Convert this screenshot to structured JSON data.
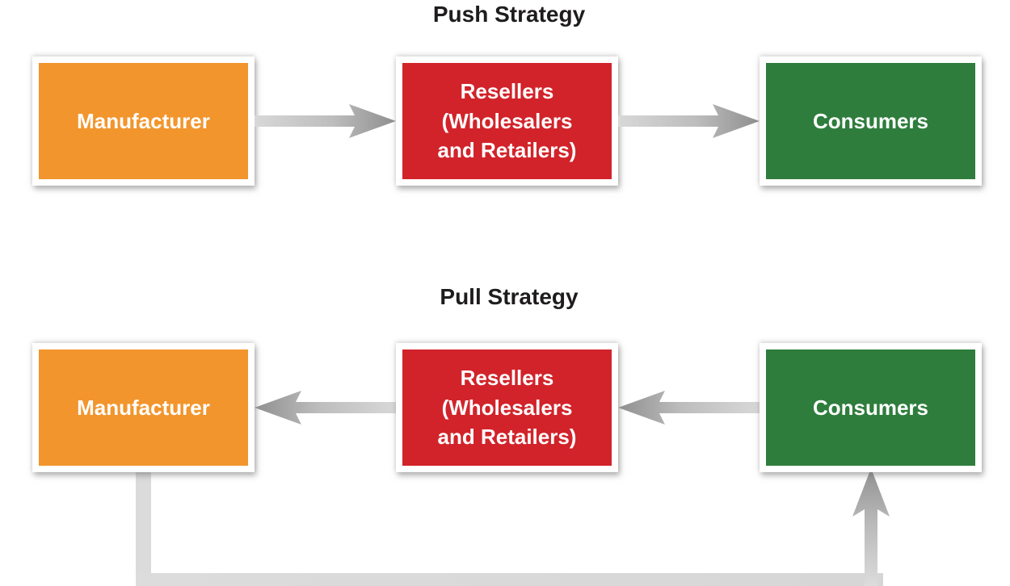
{
  "diagram": {
    "sections": [
      {
        "id": "push",
        "title": "Push Strategy",
        "nodes": [
          {
            "id": "manufacturer",
            "label": "Manufacturer",
            "color": "#f2952c"
          },
          {
            "id": "resellers",
            "label": "Resellers\n(Wholesalers\nand Retailers)",
            "color": "#d2232a"
          },
          {
            "id": "consumers",
            "label": "Consumers",
            "color": "#2e7d3c"
          }
        ],
        "arrows": [
          {
            "from": "manufacturer",
            "to": "resellers",
            "direction": "right"
          },
          {
            "from": "resellers",
            "to": "consumers",
            "direction": "right"
          }
        ]
      },
      {
        "id": "pull",
        "title": "Pull Strategy",
        "nodes": [
          {
            "id": "manufacturer",
            "label": "Manufacturer",
            "color": "#f2952c"
          },
          {
            "id": "resellers",
            "label": "Resellers\n(Wholesalers\nand Retailers)",
            "color": "#d2232a"
          },
          {
            "id": "consumers",
            "label": "Consumers",
            "color": "#2e7d3c"
          }
        ],
        "arrows": [
          {
            "from": "resellers",
            "to": "manufacturer",
            "direction": "left"
          },
          {
            "from": "consumers",
            "to": "resellers",
            "direction": "left"
          },
          {
            "from": "manufacturer",
            "to": "consumers",
            "direction": "up",
            "route": "bottom-feedback-loop"
          }
        ]
      }
    ],
    "colors": {
      "manufacturer_box": "#f2952c",
      "resellers_box": "#d2232a",
      "consumers_box": "#2e7d3c",
      "box_border": "#ffffff",
      "box_text": "#ffffff",
      "title_text": "#1e1c1d",
      "arrow_dark": "#8f8f8f",
      "arrow_light": "#d6d6d6",
      "feedback_line": "#dbdbdb",
      "background": "#ffffff"
    }
  }
}
